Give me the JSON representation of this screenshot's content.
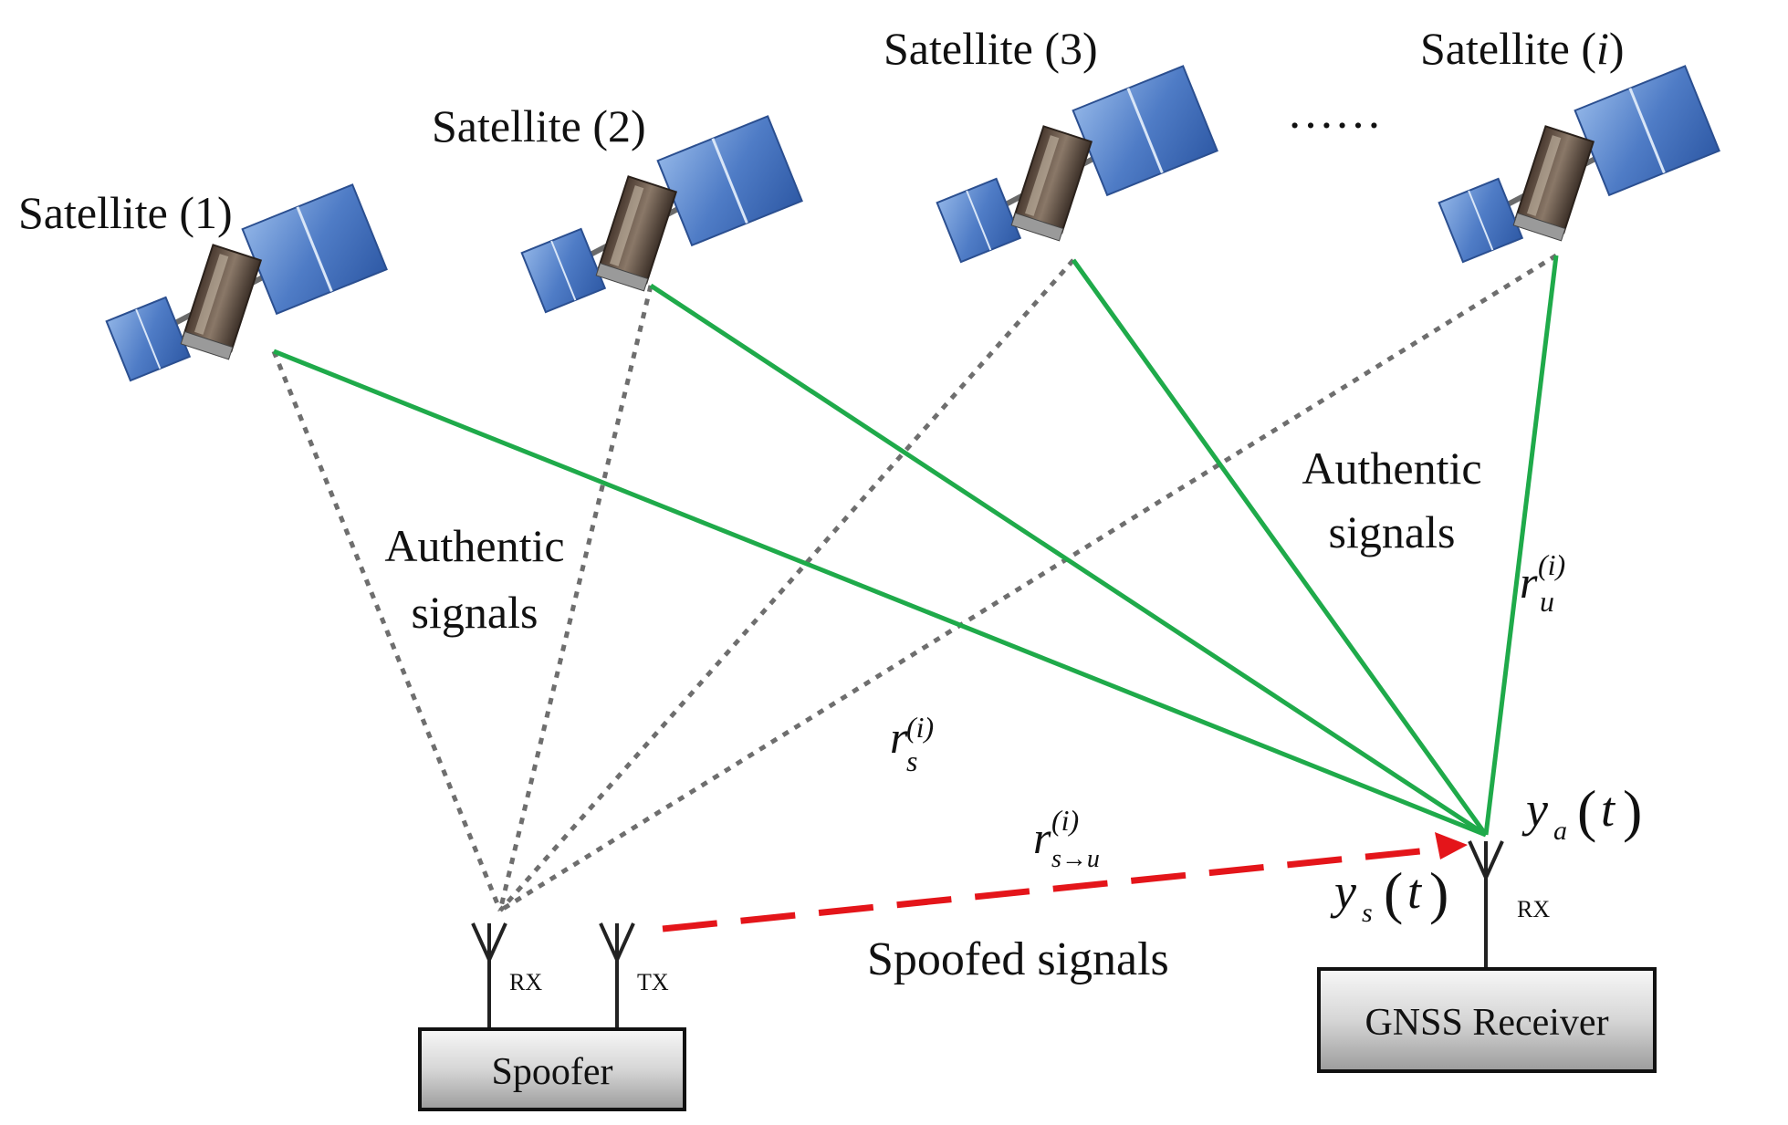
{
  "satellites": [
    {
      "label": "Satellite (1)"
    },
    {
      "label": "Satellite (2)"
    },
    {
      "label": "Satellite (3)"
    },
    {
      "label_prefix": "Satellite (",
      "label_index": "i",
      "label_suffix": ")"
    }
  ],
  "ellipsis": "……",
  "authentic_label_left": {
    "line1": "Authentic",
    "line2": "signals"
  },
  "authentic_label_right": {
    "line1": "Authentic",
    "line2": "signals"
  },
  "spoofed_label": "Spoofed signals",
  "spoofer": {
    "title": "Spoofer",
    "rx_label": "RX",
    "tx_label": "TX"
  },
  "receiver": {
    "title": "GNSS Receiver",
    "rx_label": "RX"
  },
  "math": {
    "r_s": {
      "base": "r",
      "sub": "s",
      "sup": "(i)"
    },
    "r_u": {
      "base": "r",
      "sub": "u",
      "sup": "(i)"
    },
    "r_su": {
      "base": "r",
      "sub": "s→u",
      "sup": "(i)"
    },
    "y_a": {
      "base": "y",
      "sub": "a",
      "arg": "t"
    },
    "y_s": {
      "base": "y",
      "sub": "s",
      "arg": "t"
    }
  },
  "colors": {
    "authentic_line": "#1faa4a",
    "dotted_line": "#6e6e6e",
    "spoof_line": "#e4151a",
    "panel_dark": "#3b68b3",
    "panel_light": "#6f9ad8"
  }
}
